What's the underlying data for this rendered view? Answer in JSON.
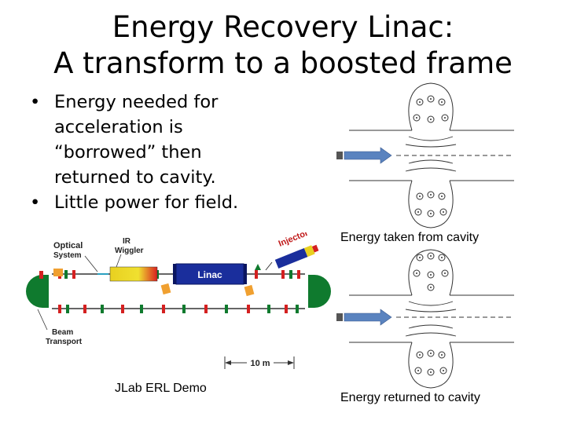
{
  "slide": {
    "title_line1": "Energy Recovery Linac:",
    "title_line2": "A transform to a boosted frame",
    "bullets": [
      {
        "marker": "•",
        "lines": [
          "Energy needed for",
          "acceleration is",
          "“borrowed” then",
          "returned to cavity."
        ]
      },
      {
        "marker": "•",
        "lines": [
          "Little power for field."
        ]
      }
    ]
  },
  "diagram": {
    "labels": {
      "optical_system_1": "Optical",
      "optical_system_2": "System",
      "ir_wiggler_1": "IR",
      "ir_wiggler_2": "Wiggler",
      "linac": "Linac",
      "injector": "Injector",
      "beam_transport_1": "Beam",
      "beam_transport_2": "Transport",
      "scale": "10 m"
    },
    "caption": "JLab ERL Demo"
  },
  "cavities": {
    "top_caption": "Energy taken from cavity",
    "bottom_caption": "Energy returned to cavity"
  },
  "colors": {
    "linac": "#1a2e9c",
    "magnet_green": "#0f7a2e",
    "magnet_red": "#d42020",
    "beam_arrow": "#5a83bf"
  }
}
